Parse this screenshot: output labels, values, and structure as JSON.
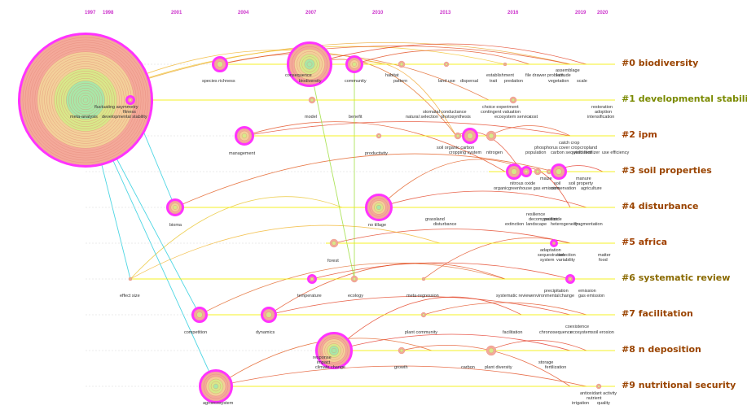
{
  "years": [
    "1997",
    "1998",
    "2001",
    "2004",
    "2007",
    "2010",
    "2013",
    "2016",
    "2019",
    "2020"
  ],
  "clusters": [
    {
      "label": "#0 biodiversity",
      "color": "#9a4400"
    },
    {
      "label": "#1 developmental stability",
      "color": "#7a8a00"
    },
    {
      "label": "#2 ipm",
      "color": "#a04000"
    },
    {
      "label": "#3 soil properties",
      "color": "#9a4400"
    },
    {
      "label": "#4 disturbance",
      "color": "#9a4400"
    },
    {
      "label": "#5 africa",
      "color": "#a04000"
    },
    {
      "label": "#6 systematic review",
      "color": "#8a6a00"
    },
    {
      "label": "#7 facilitation",
      "color": "#9a4400"
    },
    {
      "label": "#8 n deposition",
      "color": "#9a4400"
    },
    {
      "label": "#9 nutritional security",
      "color": "#9a4400"
    }
  ],
  "node_labels": [
    "species richness",
    "consequence",
    "biodiversity",
    "community",
    "habitat",
    "pattern",
    "land use",
    "dispersal",
    "establishment",
    "trait",
    "predation",
    "file drawer problem",
    "latitude",
    "assemblage",
    "vegetation",
    "scale",
    "fluctuating asymmetry",
    "fitness",
    "meta-analysis",
    "developmental stability",
    "model",
    "benefit",
    "stomatal conductance",
    "natural selection",
    "photosynthesis",
    "choice experiment",
    "contingent valuation",
    "ecosystem service",
    "cost",
    "restoration",
    "adoption",
    "intensification",
    "management",
    "productivity",
    "soil organic carbon",
    "cropping system",
    "nitrogen",
    "catch crop",
    "phosphorus",
    "cover crop",
    "cropland",
    "population",
    "carbon sequestration",
    "yield",
    "fertilizer",
    "use efficiency",
    "nitrous oxide",
    "organic",
    "greenhouse gas emission",
    "maize",
    "soil",
    "conservation",
    "manure",
    "soil property",
    "agriculture",
    "bioma",
    "no tillage",
    "grassland",
    "disturbance",
    "resilience",
    "decomposition",
    "extinction",
    "pesticide",
    "landscape",
    "heterogeneity",
    "fragmentation",
    "forest",
    "adaptation",
    "sequestration",
    "selection",
    "system",
    "variability",
    "matter",
    "food",
    "effect size",
    "temperature",
    "ecology",
    "meta-regression",
    "systematic review",
    "environmental",
    "precipitation",
    "change",
    "emission",
    "gas emission",
    "competition",
    "dynamics",
    "plant community",
    "facilitation",
    "coexistence",
    "chronosequence",
    "ecosystem",
    "soil erosion",
    "response",
    "impact",
    "climate change",
    "growth",
    "carbon",
    "plant diversity",
    "storage",
    "fertilization",
    "agroecosystem",
    "antioxidant activity",
    "nutrient",
    "irrigation",
    "quality"
  ],
  "legend_colors": {
    "highlight": "#ff33ff",
    "lane": "#f3f000",
    "old": "#22ccdd",
    "mid": "#99dd33",
    "new": "#ee3311"
  }
}
